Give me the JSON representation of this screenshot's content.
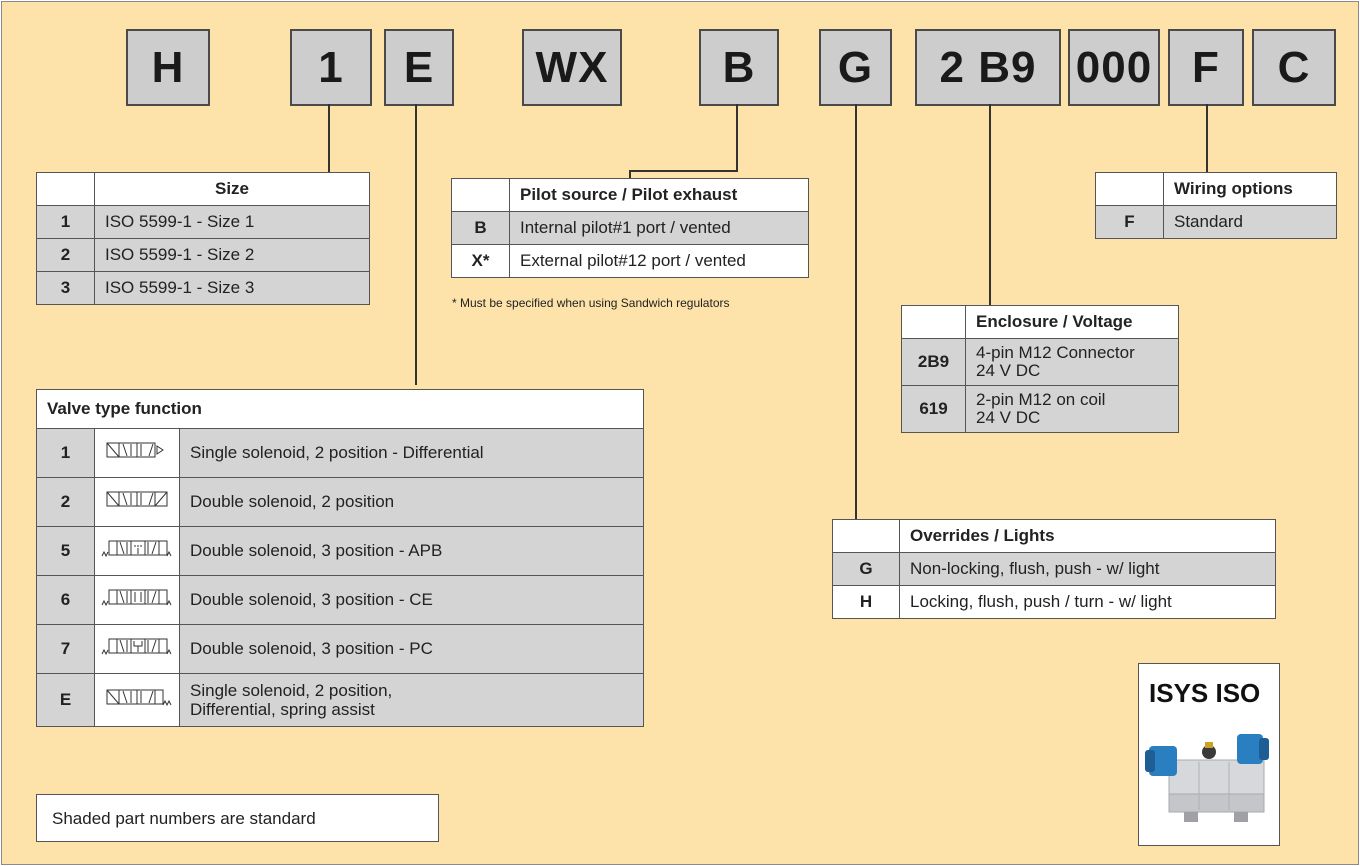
{
  "code_boxes": [
    "H",
    "1",
    "E",
    "WX",
    "B",
    "G",
    "2 B9",
    "000",
    "F",
    "C"
  ],
  "size_table": {
    "header": "Size",
    "rows": [
      {
        "code": "1",
        "desc": "ISO 5599-1 - Size 1"
      },
      {
        "code": "2",
        "desc": "ISO 5599-1 - Size 2"
      },
      {
        "code": "3",
        "desc": "ISO 5599-1 - Size 3"
      }
    ]
  },
  "pilot_table": {
    "header": "Pilot source / Pilot exhaust",
    "rows": [
      {
        "code": "B",
        "desc": "Internal pilot#1 port / vented"
      },
      {
        "code": "X*",
        "desc": "External pilot#12 port / vented"
      }
    ],
    "footnote": "* Must be specified when using Sandwich regulators"
  },
  "wiring_table": {
    "header": "Wiring options",
    "rows": [
      {
        "code": "F",
        "desc": "Standard"
      }
    ]
  },
  "enclosure_table": {
    "header": "Enclosure / Voltage",
    "rows": [
      {
        "code": "2B9",
        "line1": "4-pin M12 Connector",
        "line2": "24 V DC"
      },
      {
        "code": "619",
        "line1": "2-pin M12 on coil",
        "line2": "24 V DC"
      }
    ]
  },
  "overrides_table": {
    "header": "Overrides / Lights",
    "rows": [
      {
        "code": "G",
        "desc": "Non-locking, flush, push - w/ light"
      },
      {
        "code": "H",
        "desc": "Locking, flush, push / turn - w/ light"
      }
    ]
  },
  "valve_table": {
    "header": "Valve type function",
    "rows": [
      {
        "code": "1",
        "symbol": "single-solenoid-2pos-symbol",
        "line1": "Single solenoid, 2 position - Differential",
        "line2": ""
      },
      {
        "code": "2",
        "symbol": "double-solenoid-2pos-symbol",
        "line1": "Double solenoid, 2 position",
        "line2": ""
      },
      {
        "code": "5",
        "symbol": "double-solenoid-3pos-apb-symbol",
        "line1": "Double solenoid, 3 position - APB",
        "line2": ""
      },
      {
        "code": "6",
        "symbol": "double-solenoid-3pos-ce-symbol",
        "line1": "Double solenoid, 3 position - CE",
        "line2": ""
      },
      {
        "code": "7",
        "symbol": "double-solenoid-3pos-pc-symbol",
        "line1": "Double solenoid, 3 position - PC",
        "line2": ""
      },
      {
        "code": "E",
        "symbol": "single-solenoid-spring-assist-symbol",
        "line1": "Single solenoid, 2 position,",
        "line2": "Differential, spring assist"
      }
    ]
  },
  "shaded_note": "Shaded part numbers are standard",
  "product": {
    "title": "ISYS ISO",
    "image": "valve-product-photo"
  },
  "colors": {
    "background": "#fde3aa",
    "shade": "#d4d4d4",
    "box": "#cdcdcd",
    "valve_blue": "#2a7fc1"
  }
}
